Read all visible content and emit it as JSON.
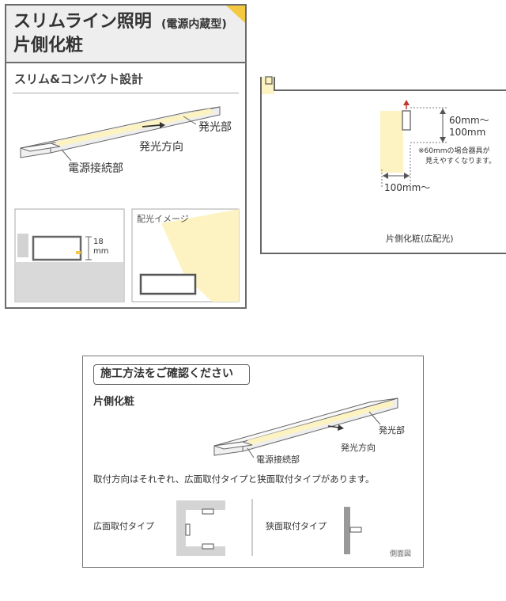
{
  "panel1": {
    "title_main": "スリムライン照明",
    "title_paren": "(電源内蔵型)",
    "title_line2": "片側化粧",
    "section": "スリム&コンパクト設計",
    "label_emit": "発光部",
    "label_dir": "発光方向",
    "label_power": "電源接続部",
    "dim_value": "18",
    "dim_unit": "mm",
    "light_image": "配光イメージ"
  },
  "panel2": {
    "dim_v1": "60mm〜",
    "dim_v2": "100mm",
    "note1": "※60mmの場合器具が",
    "note2": "見えやすくなります。",
    "dim_h": "100mm〜",
    "caption": "片側化粧(広配光)"
  },
  "panel3": {
    "header": "施工方法をご確認ください",
    "subtitle": "片側化粧",
    "label_emit": "発光部",
    "label_dir": "発光方向",
    "label_power": "電源接続部",
    "description": "取付方向はそれぞれ、広面取付タイプと狭面取付タイプがあります。",
    "wide_type": "広面取付タイプ",
    "narrow_type": "狭面取付タイプ",
    "side_view": "側面図"
  },
  "colors": {
    "light_yellow": "#fdf3c2",
    "accent_yellow": "#f5c842",
    "frame_gray": "#666666",
    "fill_gray": "#d4d4d4"
  }
}
